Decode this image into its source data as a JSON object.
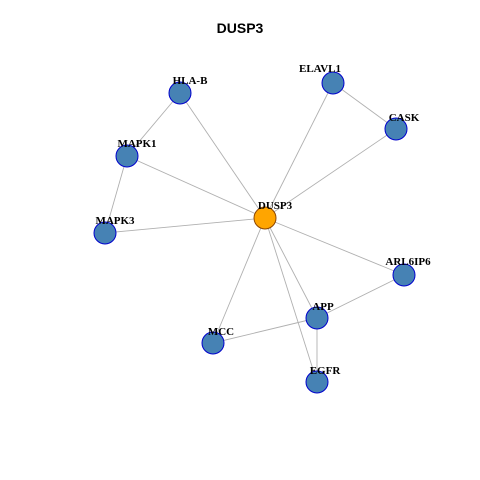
{
  "title": "DUSP3",
  "colors": {
    "node_fill": "#4682B4",
    "node_stroke": "#0000CD",
    "center_fill": "#FFA500",
    "center_stroke": "#8B4500",
    "edge": "#B0B0B0"
  },
  "nodes": [
    {
      "id": "DUSP3",
      "label": "DUSP3",
      "center": true
    },
    {
      "id": "HLA-B",
      "label": "HLA-B",
      "center": false
    },
    {
      "id": "ELAVL1",
      "label": "ELAVL1",
      "center": false
    },
    {
      "id": "CASK",
      "label": "CASK",
      "center": false
    },
    {
      "id": "MAPK1",
      "label": "MAPK1",
      "center": false
    },
    {
      "id": "MAPK3",
      "label": "MAPK3",
      "center": false
    },
    {
      "id": "ARL6IP6",
      "label": "ARL6IP6",
      "center": false
    },
    {
      "id": "APP",
      "label": "APP",
      "center": false
    },
    {
      "id": "MCC",
      "label": "MCC",
      "center": false
    },
    {
      "id": "EGFR",
      "label": "EGFR",
      "center": false
    }
  ],
  "edges": [
    [
      "DUSP3",
      "HLA-B"
    ],
    [
      "DUSP3",
      "ELAVL1"
    ],
    [
      "DUSP3",
      "CASK"
    ],
    [
      "DUSP3",
      "MAPK1"
    ],
    [
      "DUSP3",
      "MAPK3"
    ],
    [
      "DUSP3",
      "ARL6IP6"
    ],
    [
      "DUSP3",
      "APP"
    ],
    [
      "DUSP3",
      "MCC"
    ],
    [
      "DUSP3",
      "EGFR"
    ],
    [
      "HLA-B",
      "MAPK1"
    ],
    [
      "MAPK1",
      "MAPK3"
    ],
    [
      "ELAVL1",
      "CASK"
    ],
    [
      "ARL6IP6",
      "APP"
    ],
    [
      "APP",
      "MCC"
    ],
    [
      "APP",
      "EGFR"
    ]
  ]
}
